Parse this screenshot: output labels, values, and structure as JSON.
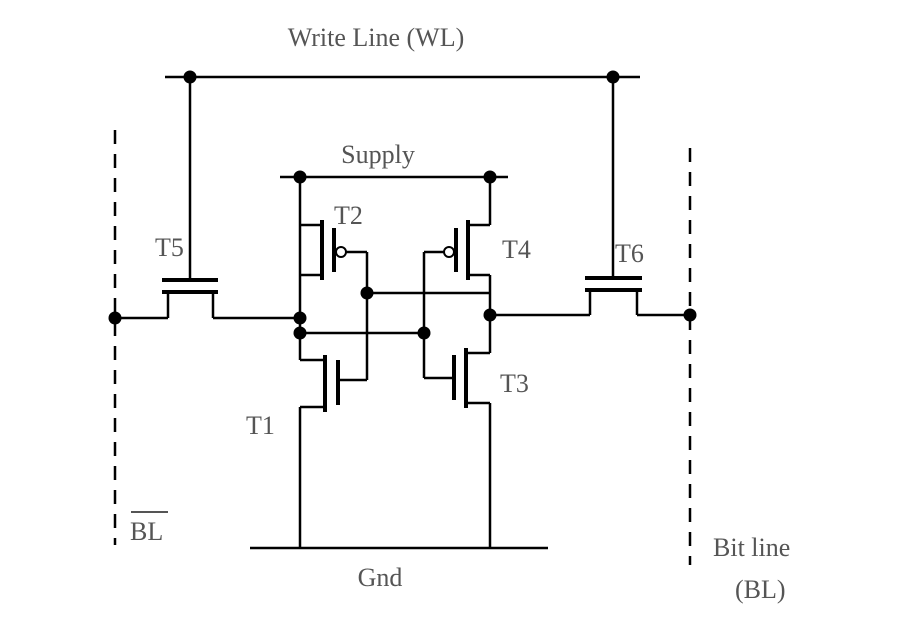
{
  "labels": {
    "write_line": "Write Line (WL)",
    "supply": "Supply",
    "gnd": "Gnd",
    "bl_bar": "BL",
    "bit_line_1": "Bit line",
    "bit_line_2": "(BL)",
    "t1": "T1",
    "t2": "T2",
    "t3": "T3",
    "t4": "T4",
    "t5": "T5",
    "t6": "T6"
  },
  "colors": {
    "wire": "#000000",
    "label": "#555555",
    "background": "#ffffff"
  }
}
